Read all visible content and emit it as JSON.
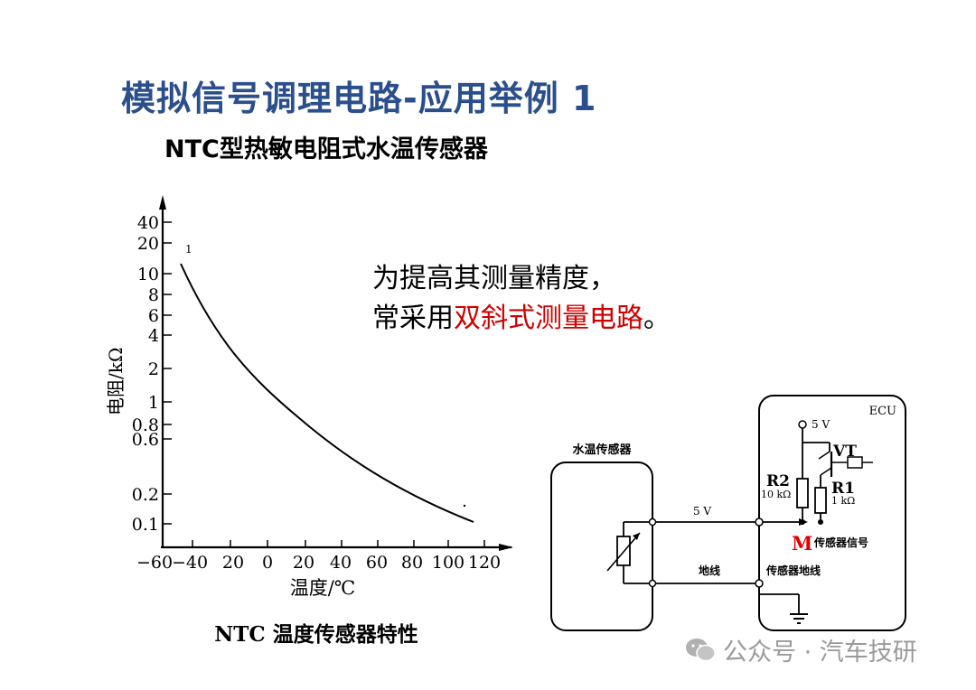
{
  "title": "模拟信号调理电路-应用举例 1",
  "subtitle": "NTC型热敏电阻式水温传感器",
  "note": {
    "line1": "为提高其测量精度，",
    "line2_prefix": "常采用",
    "line2_highlight": "双斜式测量电路",
    "line2_suffix": "。"
  },
  "graph": {
    "y_ticks": [
      "40",
      "20",
      "10",
      "8",
      "6",
      "4",
      "2",
      "1",
      "0.8",
      "0.6",
      "0.2",
      "0.1"
    ],
    "x_ticks": [
      "−60",
      "−40",
      "20",
      "0",
      "20",
      "40",
      "60",
      "80",
      "100",
      "120"
    ],
    "ylabel": "电阻/kΩ",
    "xlabel": "温度/℃",
    "curve_marker": "1",
    "caption": "NTC 温度传感器特性"
  },
  "circuit": {
    "sensor_label": "水温传感器",
    "ecu_label": "ECU",
    "supply_top": "5 V",
    "vt": "VT",
    "r2": "R2",
    "r2_value": "10 kΩ",
    "r1": "R1",
    "r1_value": "1 kΩ",
    "line_5v": "5 V",
    "node_m": "M",
    "signal": "传感器信号",
    "ground_wire": "地线",
    "sensor_ground": "传感器地线"
  },
  "watermark": "公众号 · 汽车技研"
}
